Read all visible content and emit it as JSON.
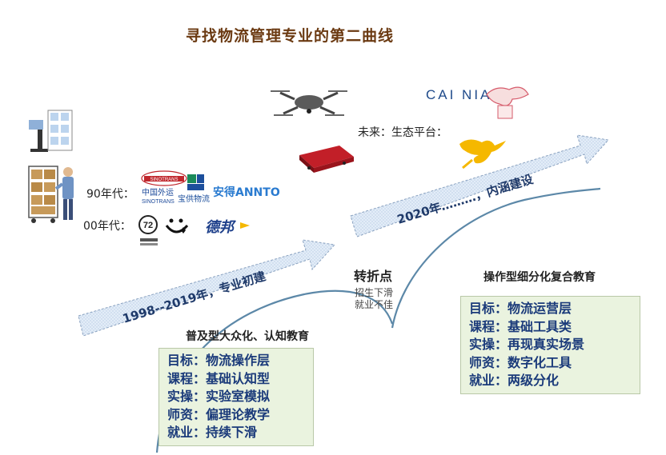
{
  "title": "寻找物流管理专业的第二曲线",
  "eras": {
    "nineties_label": "90年代：",
    "noughties_label": "00年代：",
    "future_label": "未来：生态平台："
  },
  "logos": {
    "sinotrans_en": "SINOTRANS",
    "sinotrans_cn": "中国外运",
    "sinotrans_sub": "SINOTRANS",
    "baogong": "宝供物流",
    "annto": "安得ANNTO",
    "depon": "德邦",
    "cainiao": "CAI NIAO"
  },
  "arrows": {
    "first_stage": "1998--2019年，专业初建",
    "second_stage": "2020年………，内涵建设"
  },
  "turning_point": {
    "title": "转折点",
    "note_line1": "招生下滑",
    "note_line2": "就业不佳"
  },
  "left_box": {
    "heading": "普及型大众化、认知教育",
    "rows": [
      "目标：物流操作层",
      "课程：基础认知型",
      "实操：实验室模拟",
      "师资：偏理论教学",
      "就业：持续下滑"
    ]
  },
  "right_box": {
    "heading": "操作型细分化复合教育",
    "rows": [
      "目标：物流运营层",
      "课程：基础工具类",
      "实操：再现真实场景",
      "师资：数字化工具",
      "就业：两级分化"
    ]
  },
  "icons": [
    "warehouse-shelf-icon",
    "courier-cart-icon",
    "drone-icon",
    "agv-robot-icon",
    "cainiao-bird-icon",
    "kangaroo-icon"
  ]
}
